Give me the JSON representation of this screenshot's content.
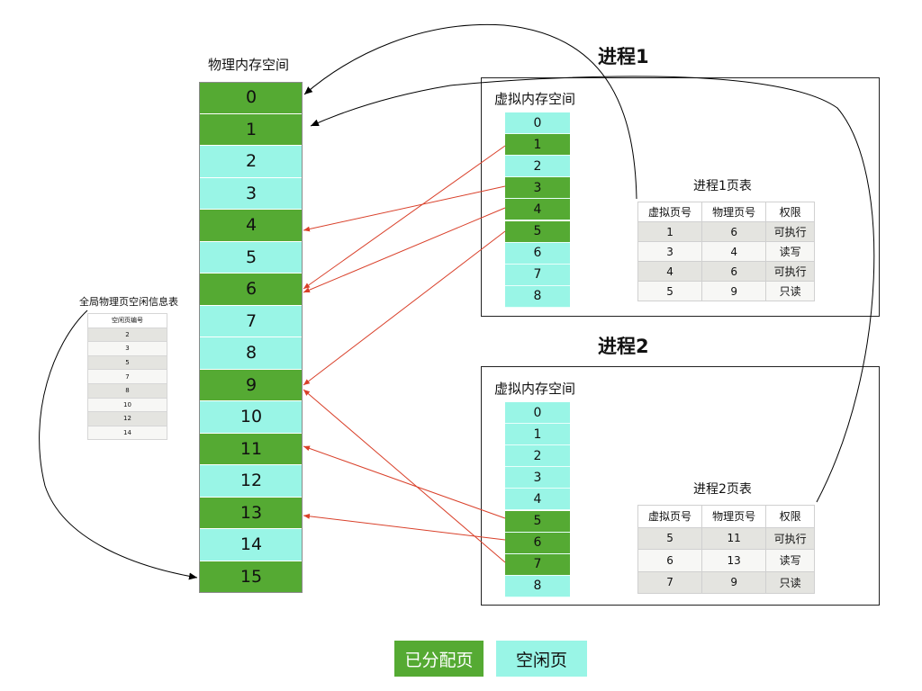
{
  "physical": {
    "title": "物理内存空间",
    "pages": [
      {
        "num": "0",
        "state": "alloc"
      },
      {
        "num": "1",
        "state": "alloc"
      },
      {
        "num": "2",
        "state": "free"
      },
      {
        "num": "3",
        "state": "free"
      },
      {
        "num": "4",
        "state": "alloc"
      },
      {
        "num": "5",
        "state": "free"
      },
      {
        "num": "6",
        "state": "alloc"
      },
      {
        "num": "7",
        "state": "free"
      },
      {
        "num": "8",
        "state": "free"
      },
      {
        "num": "9",
        "state": "alloc"
      },
      {
        "num": "10",
        "state": "free"
      },
      {
        "num": "11",
        "state": "alloc"
      },
      {
        "num": "12",
        "state": "free"
      },
      {
        "num": "13",
        "state": "alloc"
      },
      {
        "num": "14",
        "state": "free"
      },
      {
        "num": "15",
        "state": "alloc"
      }
    ]
  },
  "free_table": {
    "title": "全局物理页空闲信息表",
    "header": "空闲页编号",
    "rows": [
      "2",
      "3",
      "5",
      "7",
      "8",
      "10",
      "12",
      "14"
    ]
  },
  "process1": {
    "title": "进程1",
    "virtual_title": "虚拟内存空间",
    "virtual_pages": [
      {
        "num": "0",
        "state": "free"
      },
      {
        "num": "1",
        "state": "alloc"
      },
      {
        "num": "2",
        "state": "free"
      },
      {
        "num": "3",
        "state": "alloc"
      },
      {
        "num": "4",
        "state": "alloc"
      },
      {
        "num": "5",
        "state": "alloc"
      },
      {
        "num": "6",
        "state": "free"
      },
      {
        "num": "7",
        "state": "free"
      },
      {
        "num": "8",
        "state": "free"
      }
    ],
    "page_table_title": "进程1页表",
    "page_table_headers": [
      "虚拟页号",
      "物理页号",
      "权限"
    ],
    "page_table_rows": [
      [
        "1",
        "6",
        "可执行"
      ],
      [
        "3",
        "4",
        "读写"
      ],
      [
        "4",
        "6",
        "可执行"
      ],
      [
        "5",
        "9",
        "只读"
      ]
    ]
  },
  "process2": {
    "title": "进程2",
    "virtual_title": "虚拟内存空间",
    "virtual_pages": [
      {
        "num": "0",
        "state": "free"
      },
      {
        "num": "1",
        "state": "free"
      },
      {
        "num": "2",
        "state": "free"
      },
      {
        "num": "3",
        "state": "free"
      },
      {
        "num": "4",
        "state": "free"
      },
      {
        "num": "5",
        "state": "alloc"
      },
      {
        "num": "6",
        "state": "alloc"
      },
      {
        "num": "7",
        "state": "alloc"
      },
      {
        "num": "8",
        "state": "free"
      }
    ],
    "page_table_title": "进程2页表",
    "page_table_headers": [
      "虚拟页号",
      "物理页号",
      "权限"
    ],
    "page_table_rows": [
      [
        "5",
        "11",
        "可执行"
      ],
      [
        "6",
        "13",
        "读写"
      ],
      [
        "7",
        "9",
        "只读"
      ]
    ]
  },
  "legend": {
    "allocated": "已分配页",
    "free": "空闲页"
  },
  "colors": {
    "allocated": "#55aa33",
    "free": "#99f5e6",
    "mapping_arrow": "#d9402a",
    "pointer_arrow": "#000000"
  }
}
